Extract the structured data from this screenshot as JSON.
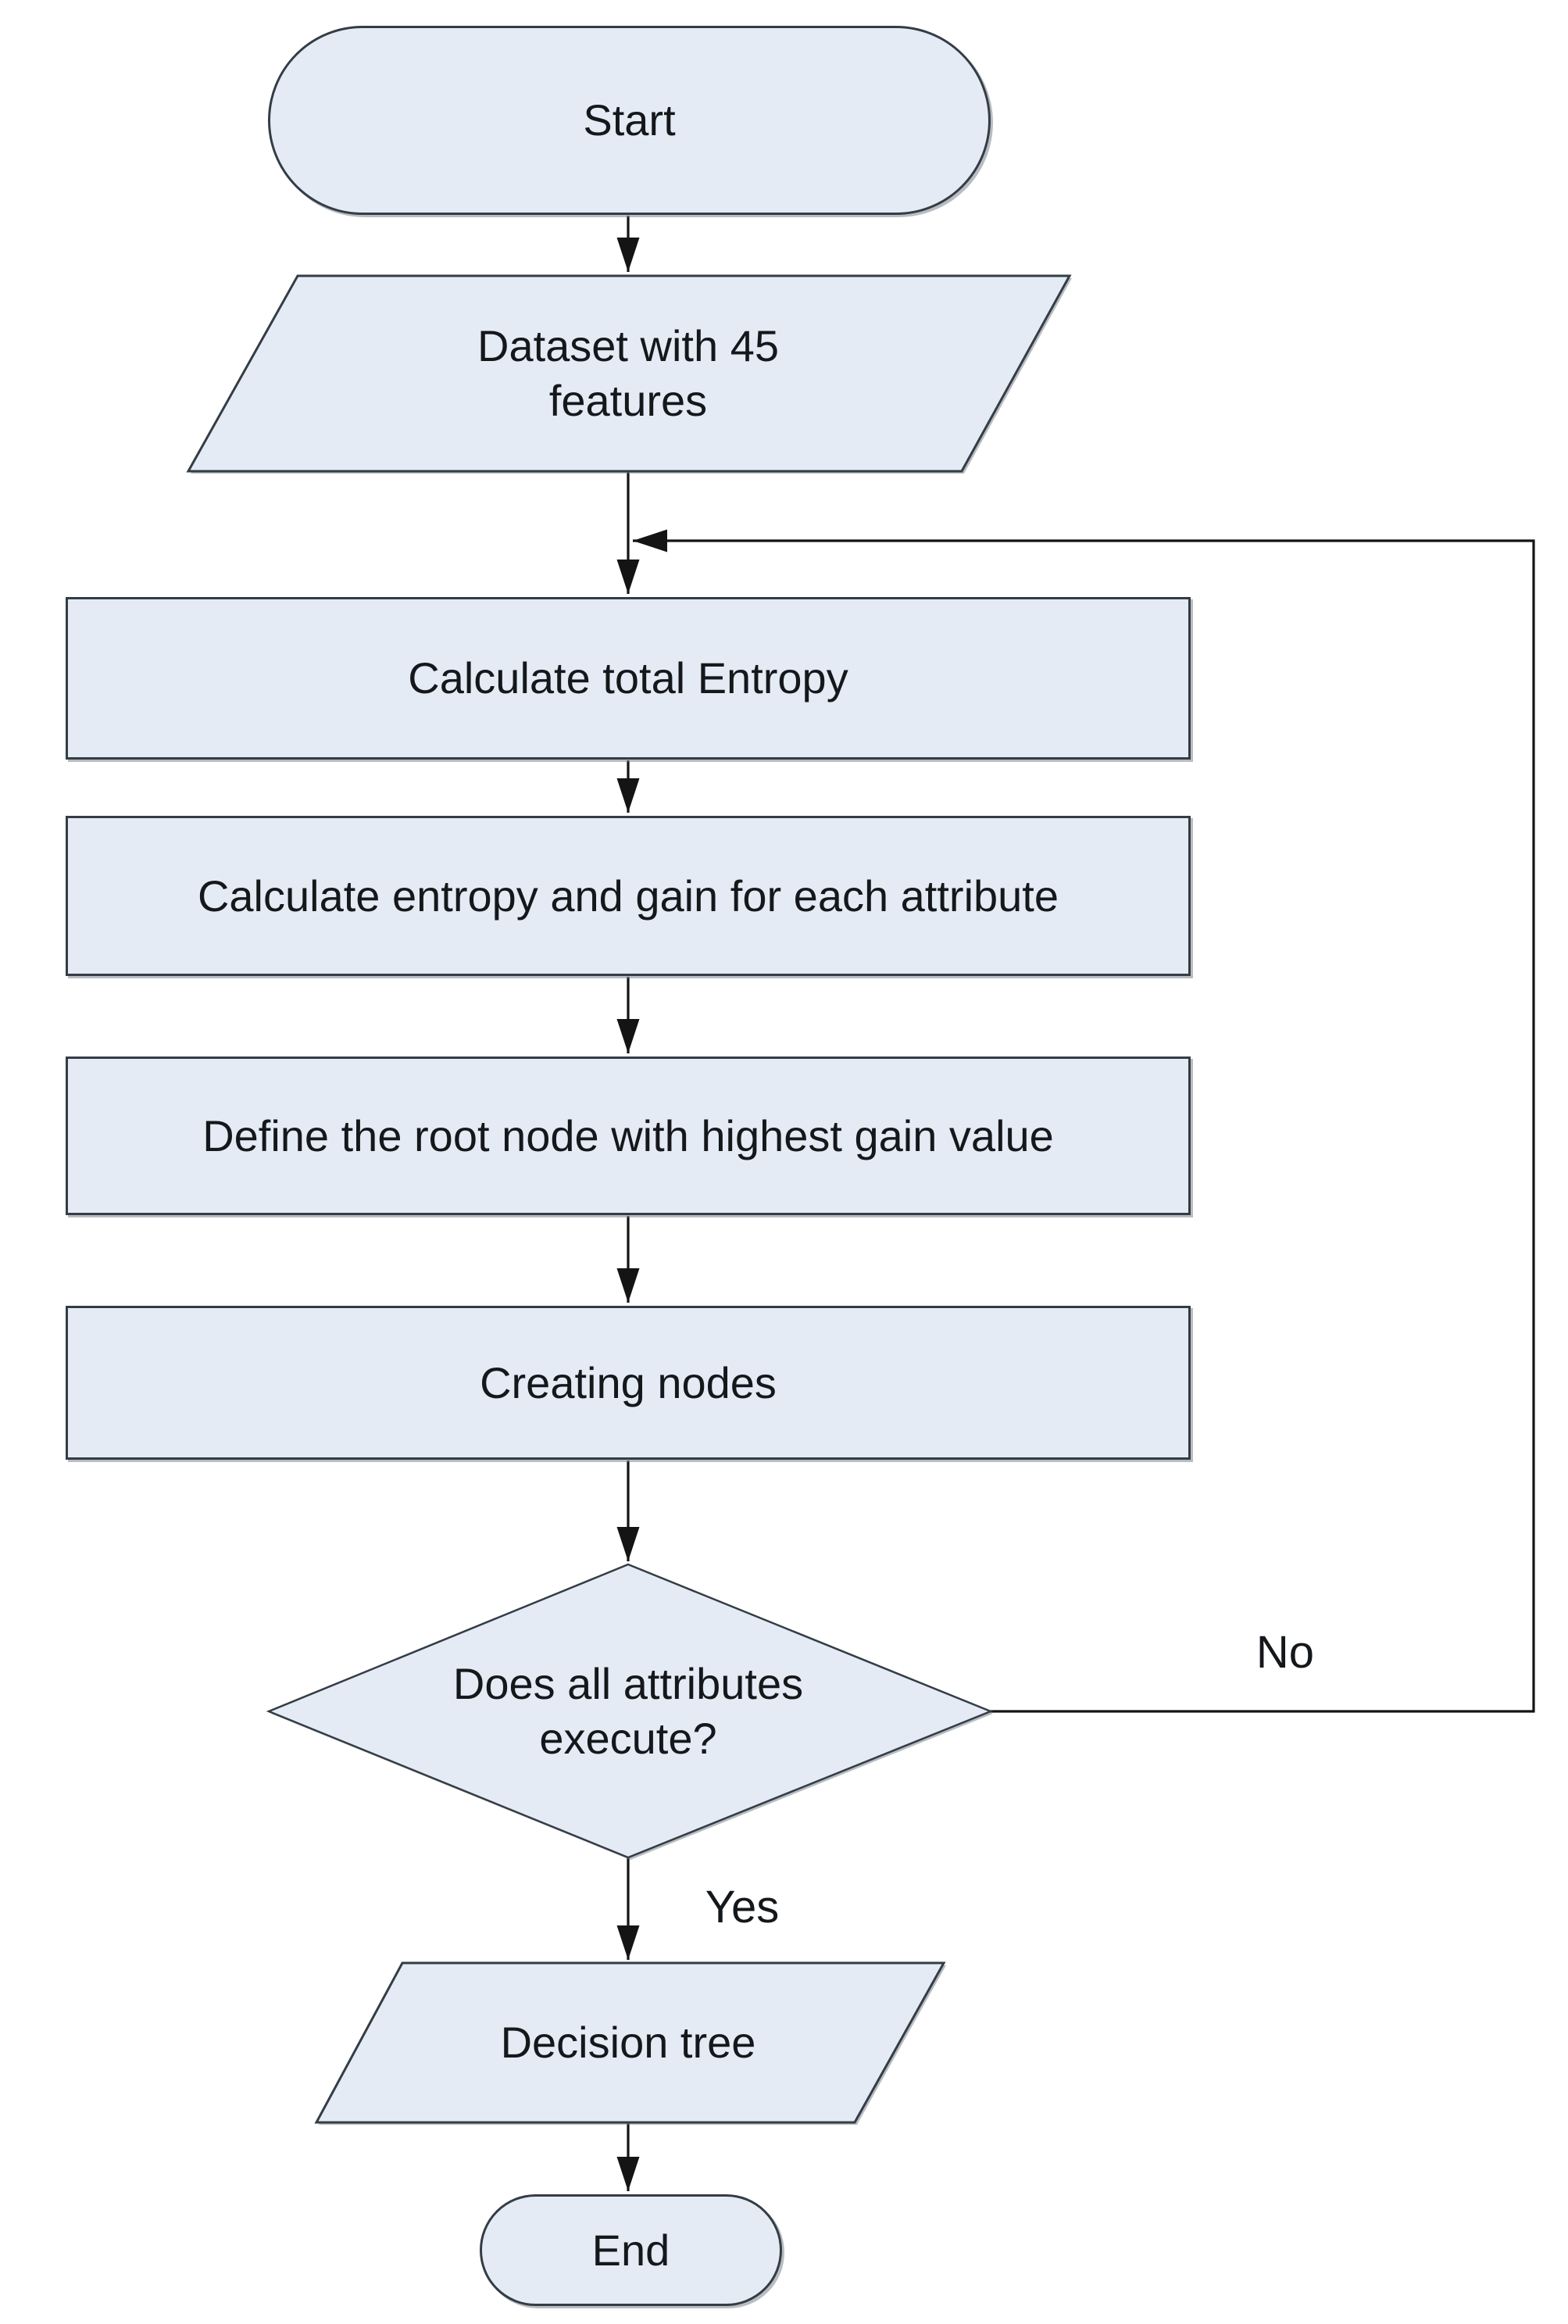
{
  "flowchart": {
    "nodes": {
      "start": {
        "label": "Start",
        "type": "terminator"
      },
      "dataset": {
        "label": "Dataset with 45 features",
        "type": "input-parallelogram"
      },
      "calc_total_entropy": {
        "label": "Calculate total Entropy",
        "type": "process"
      },
      "calc_entropy_gain": {
        "label": "Calculate entropy and gain for each attribute",
        "type": "process"
      },
      "define_root_node": {
        "label": "Define the root node with highest gain value",
        "type": "process"
      },
      "creating_nodes": {
        "label": "Creating nodes",
        "type": "process"
      },
      "all_attributes_execute": {
        "label": "Does all attributes execute?",
        "type": "decision-diamond"
      },
      "decision_tree": {
        "label": "Decision tree",
        "type": "output-parallelogram"
      },
      "end": {
        "label": "End",
        "type": "terminator"
      }
    },
    "edge_labels": {
      "no": "No",
      "yes": "Yes"
    },
    "colors": {
      "shape_fill": "#e4ebf5",
      "shape_border": "#343c44",
      "connector": "#141414",
      "text": "#15181b",
      "background": "#ffffff"
    }
  }
}
